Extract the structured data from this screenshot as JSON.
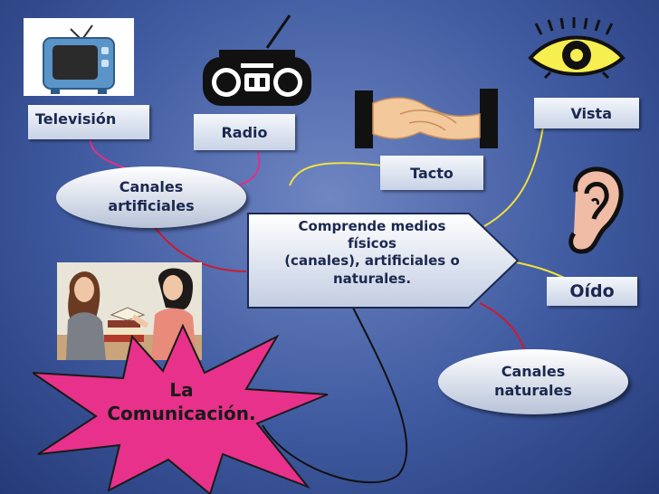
{
  "slide": {
    "background_color": "#4a63a8",
    "accent_pink": "#e8318a",
    "connector_colors": {
      "pink": "#e0308a",
      "yellow": "#f0e040",
      "red": "#d01830",
      "black": "#111111"
    }
  },
  "center": {
    "text": "Comprende  medios\nfísicos\n(canales),  artificiales o\nnaturales."
  },
  "burst": {
    "text": "La\nComunicación."
  },
  "ovals": {
    "artificial": "Canales\nartificiales",
    "natural": "Canales\nnaturales"
  },
  "labels": {
    "television": "Televisión",
    "radio": "Radio",
    "tacto": "Tacto",
    "vista": "Vista",
    "oido": "Oído"
  },
  "icons": {
    "television": "television-icon",
    "radio": "radio-boombox-icon",
    "tacto": "handshake-icon",
    "vista": "eye-icon",
    "oido": "ear-icon",
    "photo": "two-women-talking-image"
  }
}
